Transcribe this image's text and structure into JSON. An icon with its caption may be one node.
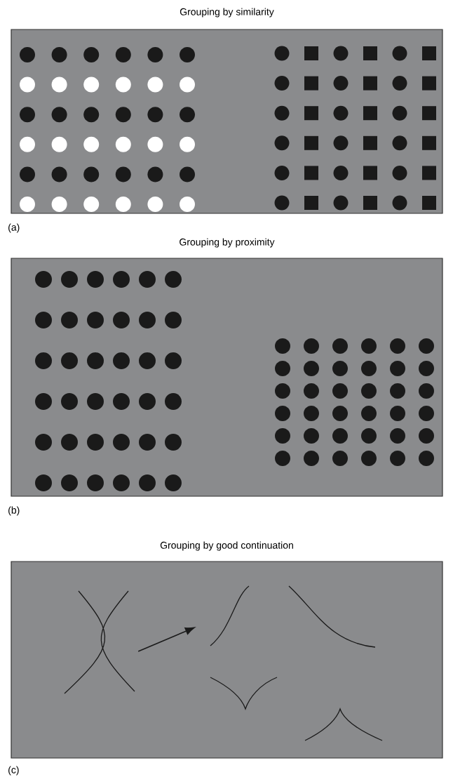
{
  "diagram": {
    "nodes": [
      {
        "text": [
          "Grouping by similarity"
        ],
        "beside": [
          "(a)"
        ]
      },
      {
        "text": [
          "Grouping by proximity"
        ],
        "beside": [
          "(b)"
        ]
      },
      {
        "text": [
          "Grouping by good continuation"
        ],
        "beside": [
          "(c)"
        ]
      },
      {
        "text": [],
        "shape": "picture",
        "in": 2
      },
      {
        "text": [],
        "shape": "picture",
        "in": 2
      }
    ],
    "edges": [
      {
        "from": 3,
        "to": 4,
        "arrow": "to"
      }
    ]
  }
}
